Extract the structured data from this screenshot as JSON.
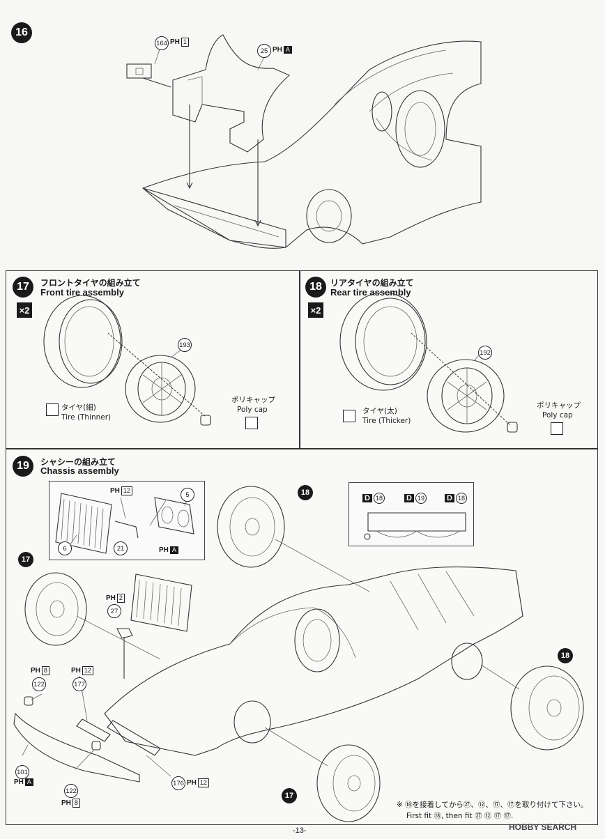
{
  "steps": {
    "s16": {
      "number": "16"
    },
    "s17": {
      "number": "17",
      "title_jp": "フロントタイヤの組み立て",
      "title_en": "Front tire assembly",
      "qty": "×2"
    },
    "s18": {
      "number": "18",
      "title_jp": "リアタイヤの組み立て",
      "title_en": "Rear tire assembly",
      "qty": "×2"
    },
    "s19": {
      "number": "19",
      "title_jp": "シャシーの組み立て",
      "title_en": "Chassis assembly"
    }
  },
  "parts": {
    "p164": "164",
    "p25": "25",
    "p193": "193",
    "p192": "192",
    "p5": "5",
    "p6": "6",
    "p21": "21",
    "p27": "27",
    "p122a": "122",
    "p122b": "122",
    "p177": "177",
    "p176": "176",
    "p101": "101"
  },
  "sprues": {
    "PH": "PH",
    "n1": "1",
    "A": "A",
    "n12": "12",
    "n2": "2",
    "n8": "8",
    "D": "D",
    "n18": "18",
    "n19": "19"
  },
  "labels": {
    "tire_thin_jp": "タイヤ(細)",
    "tire_thin_en": "Tire (Thinner)",
    "tire_thick_jp": "タイヤ(太)",
    "tire_thick_en": "Tire (Thicker)",
    "polycap_jp": "ポリキャップ",
    "polycap_en": "Poly cap"
  },
  "callouts": {
    "c17": "17",
    "c18": "18"
  },
  "note": {
    "jp": "※ ⑱を接着してから㉗、⑫、⑰、⑰を取り付けて下さい。",
    "en": "First fit ⑱, then fit ㉗ ⑫ ⑰ ⑰."
  },
  "page_number": "-13-",
  "watermark": "HOBBY SEARCH"
}
